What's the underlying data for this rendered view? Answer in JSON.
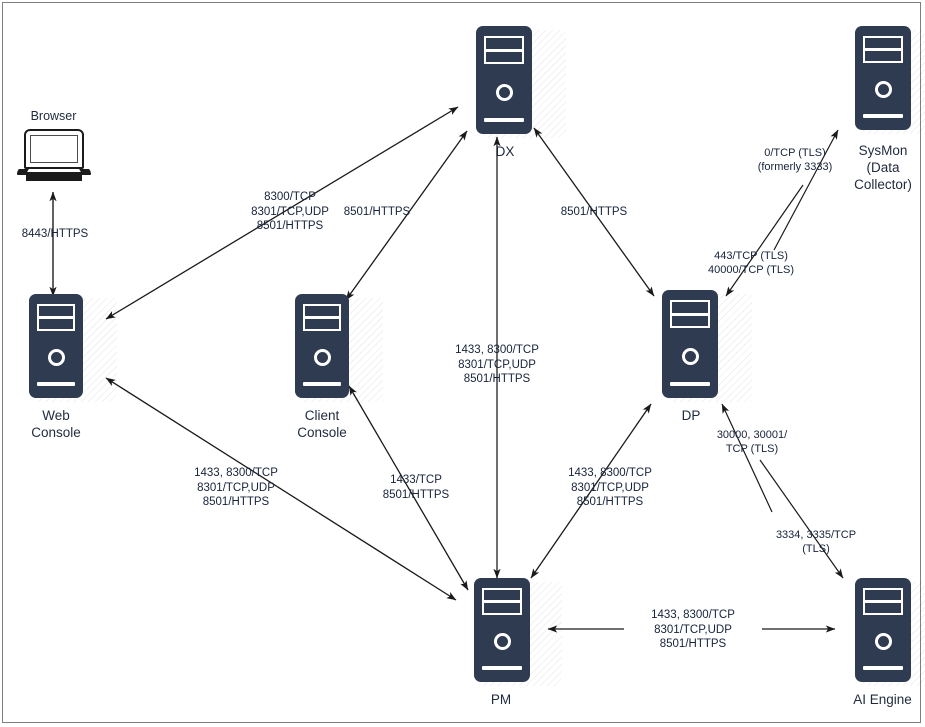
{
  "diagram": {
    "title": "Component communication ports diagram",
    "background_color": "#ffffff",
    "node_color": "#2e3b50",
    "text_color": "#16233a",
    "edge_color": "#1a1a1a"
  },
  "nodes": [
    {
      "id": "browser",
      "label": "Browser",
      "icon": "laptop-icon",
      "label_position": "top"
    },
    {
      "id": "web-console",
      "label": "Web\nConsole",
      "icon": "server-icon",
      "label_position": "bottom"
    },
    {
      "id": "client-console",
      "label": "Client\nConsole",
      "icon": "server-icon",
      "label_position": "bottom"
    },
    {
      "id": "dx",
      "label": "DX",
      "icon": "server-icon",
      "label_position": "bottom"
    },
    {
      "id": "dp",
      "label": "DP",
      "icon": "server-icon",
      "label_position": "bottom"
    },
    {
      "id": "sysmon",
      "label": "SysMon\n(Data\nCollector)",
      "icon": "server-icon",
      "label_position": "bottom"
    },
    {
      "id": "pm",
      "label": "PM",
      "icon": "server-icon",
      "label_position": "bottom"
    },
    {
      "id": "ai-engine",
      "label": "AI Engine",
      "icon": "server-icon",
      "label_position": "bottom"
    }
  ],
  "edges": [
    {
      "id": "browser-web-console",
      "from": "browser",
      "to": "web-console",
      "arrows": "both",
      "label": "8443/HTTPS"
    },
    {
      "id": "web-console-dx",
      "from": "web-console",
      "to": "dx",
      "arrows": "both",
      "label": "8300/TCP\n8301/TCP,UDP\n8501/HTTPS"
    },
    {
      "id": "client-console-dx",
      "from": "client-console",
      "to": "dx",
      "arrows": "both",
      "label": "8501/HTTPS"
    },
    {
      "id": "dx-dp",
      "from": "dx",
      "to": "dp",
      "arrows": "both",
      "label": "8501/HTTPS"
    },
    {
      "id": "dx-pm",
      "from": "dx",
      "to": "pm",
      "arrows": "both",
      "label": "1433, 8300/TCP\n8301/TCP,UDP\n8501/HTTPS"
    },
    {
      "id": "web-console-pm",
      "from": "web-console",
      "to": "pm",
      "arrows": "both",
      "label": "1433, 8300/TCP\n8301/TCP,UDP\n8501/HTTPS"
    },
    {
      "id": "client-console-pm",
      "from": "client-console",
      "to": "pm",
      "arrows": "both",
      "label": "1433/TCP\n8501/HTTPS"
    },
    {
      "id": "dp-pm",
      "from": "dp",
      "to": "pm",
      "arrows": "both",
      "label": "1433, 8300/TCP\n8301/TCP,UDP\n8501/HTTPS"
    },
    {
      "id": "pm-ai-engine",
      "from": "pm",
      "to": "ai-engine",
      "arrows": "both",
      "label": "1433, 8300/TCP\n8301/TCP,UDP\n8501/HTTPS"
    },
    {
      "id": "dp-sysmon",
      "from": "dp",
      "to": "sysmon",
      "arrows": "forward",
      "label": "0/TCP (TLS)\n(formerly 3333)"
    },
    {
      "id": "sysmon-dp",
      "from": "sysmon",
      "to": "dp",
      "arrows": "forward",
      "label": "443/TCP (TLS)\n40000/TCP (TLS)"
    },
    {
      "id": "ai-engine-dp",
      "from": "ai-engine",
      "to": "dp",
      "arrows": "forward",
      "label": "30000, 30001/\nTCP (TLS)"
    },
    {
      "id": "dp-ai-engine",
      "from": "dp",
      "to": "ai-engine",
      "arrows": "forward",
      "label": "3334, 3335/TCP\n(TLS)"
    }
  ],
  "labels": {
    "browser_web_console": "8443/HTTPS",
    "web_console_dx": "8300/TCP\n8301/TCP,UDP\n8501/HTTPS",
    "client_console_dx": "8501/HTTPS",
    "dx_dp": "8501/HTTPS",
    "dx_pm": "1433, 8300/TCP\n8301/TCP,UDP\n8501/HTTPS",
    "web_console_pm": "1433, 8300/TCP\n8301/TCP,UDP\n8501/HTTPS",
    "client_console_pm": "1433/TCP\n8501/HTTPS",
    "dp_pm": "1433, 8300/TCP\n8301/TCP,UDP\n8501/HTTPS",
    "pm_ai_engine": "1433, 8300/TCP\n8301/TCP,UDP\n8501/HTTPS",
    "dp_sysmon": "0/TCP (TLS)\n(formerly 3333)",
    "sysmon_dp": "443/TCP (TLS)\n40000/TCP (TLS)",
    "ai_engine_dp": "30000, 30001/\nTCP (TLS)",
    "dp_ai_engine": "3334, 3335/TCP\n(TLS)"
  },
  "node_labels": {
    "browser": "Browser",
    "web_console": "Web\nConsole",
    "client_console": "Client\nConsole",
    "dx": "DX",
    "dp": "DP",
    "sysmon": "SysMon\n(Data\nCollector)",
    "pm": "PM",
    "ai_engine": "AI Engine"
  }
}
